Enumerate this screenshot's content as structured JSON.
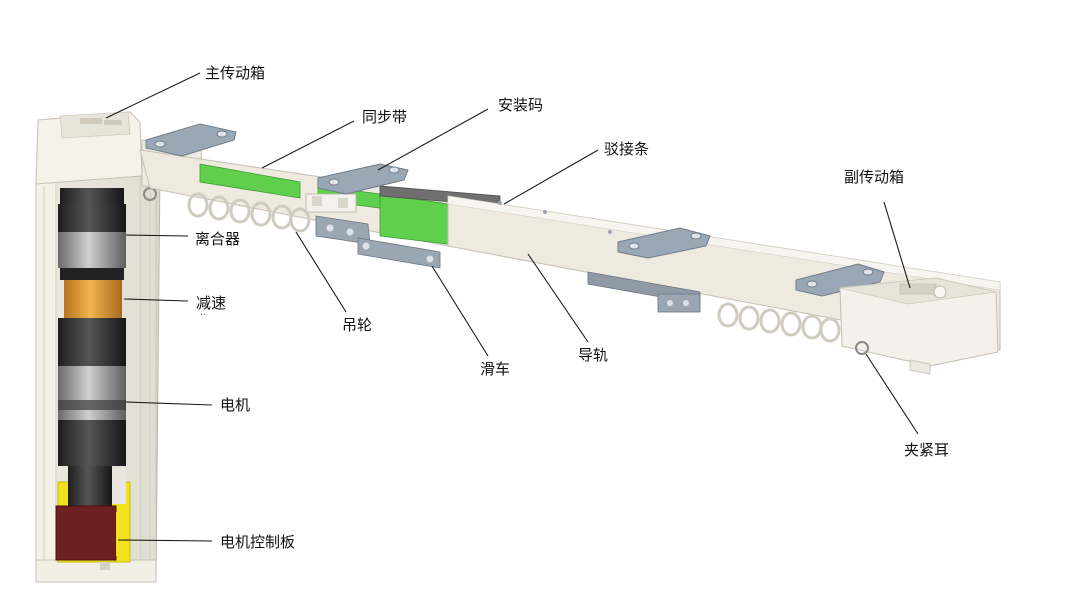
{
  "diagram": {
    "labels": {
      "main_gearbox": "主传动箱",
      "timing_belt": "同步带",
      "mount_bracket": "安装码",
      "splice_bar": "驳接条",
      "aux_gearbox": "副传动箱",
      "clutch": "离合器",
      "reducer": "减速",
      "reducer_mark": "··",
      "hanger_wheel": "吊轮",
      "motor": "电机",
      "pulley_car": "滑车",
      "guide_rail": "导轨",
      "clamp_ear": "夹紧耳",
      "control_board": "电机控制板"
    },
    "colors": {
      "belt": "#5fcf4c",
      "reducer": "#e3a03f",
      "control_board": "#6e1f1f",
      "board_frame": "#f2e21b",
      "rail": "#eeeae0",
      "bracket": "#9aa8b6",
      "splice": "#6f6f6f",
      "motor_dark": "#2d2d2d"
    }
  }
}
